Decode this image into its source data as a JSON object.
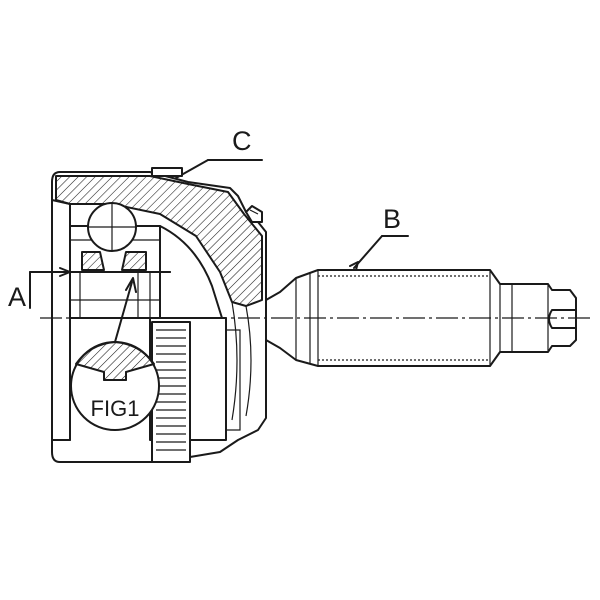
{
  "labels": {
    "a": "A",
    "b": "B",
    "c": "C",
    "fig": "FIG1"
  },
  "colors": {
    "line": "#1a1a1a",
    "background": "#ffffff"
  }
}
